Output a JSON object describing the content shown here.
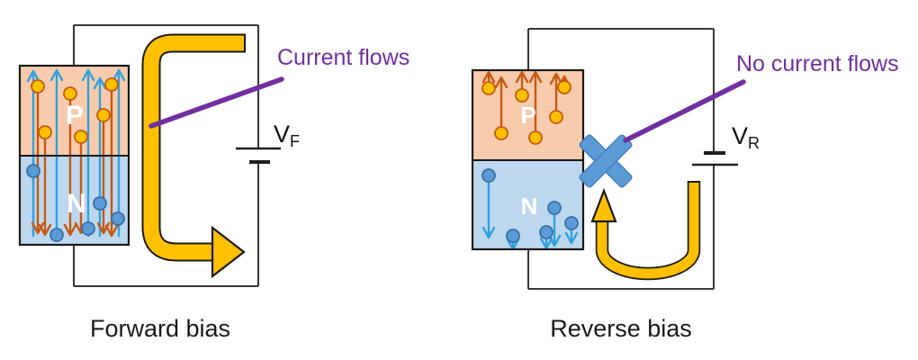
{
  "colors": {
    "p_region": "#F8CBAD",
    "n_region": "#BDD7EE",
    "region_border": "#1a1a1a",
    "hole_fill": "#FFC000",
    "hole_border": "#C55A11",
    "electron_fill": "#5B9BD5",
    "electron_border": "#3A6FA5",
    "hole_arrow": "#C55A11",
    "electron_arrow": "#31A2DC",
    "flow_arrow_fill": "#FFC000",
    "flow_arrow_outline": "#1a1a1a",
    "wire": "#1f1f1f",
    "annotation_purple": "#7030A0",
    "x_mark_fill": "#5B9BD5",
    "x_mark_border": "#4A7FBE",
    "pn_label": "#FFFFFF",
    "caption": "#1a1a1a"
  },
  "forward": {
    "title": "Forward bias",
    "p_label": "P",
    "n_label": "N",
    "annotation": "Current flows",
    "voltage_main": "V",
    "voltage_sub": "F"
  },
  "reverse": {
    "title": "Reverse bias",
    "p_label": "P",
    "n_label": "N",
    "annotation": "No current flows",
    "voltage_main": "V",
    "voltage_sub": "R"
  }
}
